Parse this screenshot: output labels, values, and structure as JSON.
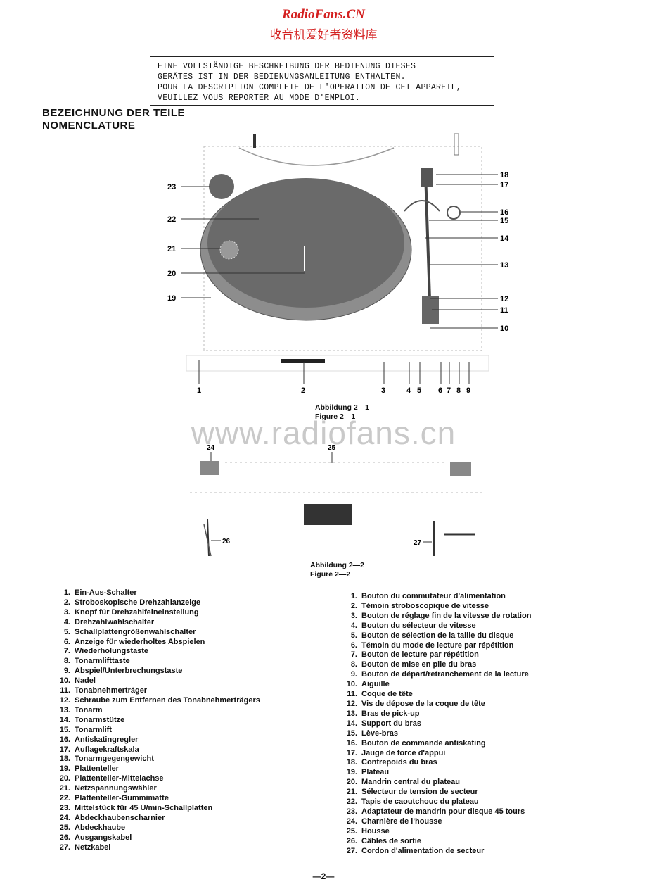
{
  "header": {
    "site": "RadioFans.CN",
    "site_sub": "收音机爱好者资料库"
  },
  "notice": {
    "line1": "EINE VOLLSTÄNDIGE BESCHREIBUNG DER BEDIENUNG DIESES",
    "line2": "GERÄTES IST IN DER BEDIENUNGSANLEITUNG ENTHALTEN.",
    "line3": "POUR LA DESCRIPTION COMPLETE DE L'OPERATION DE CET APPAREIL,",
    "line4": "VEUILLEZ VOUS REPORTER AU MODE D'EMPLOI."
  },
  "section": {
    "title_de": "BEZEICHNUNG DER TEILE",
    "title_fr": "NOMENCLATURE"
  },
  "figure1": {
    "caption_de": "Abbildung 2—1",
    "caption_fr": "Figure 2—1",
    "labels": [
      "1",
      "2",
      "3",
      "4",
      "5",
      "6",
      "7",
      "8",
      "9",
      "10",
      "11",
      "12",
      "13",
      "14",
      "15",
      "16",
      "17",
      "18",
      "19",
      "20",
      "21",
      "22",
      "23"
    ]
  },
  "figure2": {
    "caption_de": "Abbildung 2—2",
    "caption_fr": "Figure 2—2",
    "labels": [
      "24",
      "25",
      "26",
      "27"
    ]
  },
  "watermark": "www.radiofans.cn",
  "parts_de": [
    {
      "n": "1.",
      "t": "Ein-Aus-Schalter"
    },
    {
      "n": "2.",
      "t": "Stroboskopische Drehzahlanzeige"
    },
    {
      "n": "3.",
      "t": "Knopf für Drehzahlfeineinstellung"
    },
    {
      "n": "4.",
      "t": "Drehzahlwahlschalter"
    },
    {
      "n": "5.",
      "t": "Schallplattengrößenwahlschalter"
    },
    {
      "n": "6.",
      "t": "Anzeige für wiederholtes Abspielen"
    },
    {
      "n": "7.",
      "t": "Wiederholungstaste"
    },
    {
      "n": "8.",
      "t": "Tonarmlifttaste"
    },
    {
      "n": "9.",
      "t": "Abspiel/Unterbrechungstaste"
    },
    {
      "n": "10.",
      "t": "Nadel"
    },
    {
      "n": "11.",
      "t": "Tonabnehmerträger"
    },
    {
      "n": "12.",
      "t": "Schraube zum Entfernen des Tonabnehmerträgers"
    },
    {
      "n": "13.",
      "t": "Tonarm"
    },
    {
      "n": "14.",
      "t": "Tonarmstütze"
    },
    {
      "n": "15.",
      "t": "Tonarmlift"
    },
    {
      "n": "16.",
      "t": "Antiskatingregler"
    },
    {
      "n": "17.",
      "t": "Auflagekraftskala"
    },
    {
      "n": "18.",
      "t": "Tonarmgegengewicht"
    },
    {
      "n": "19.",
      "t": "Plattenteller"
    },
    {
      "n": "20.",
      "t": "Plattenteller-Mittelachse"
    },
    {
      "n": "21.",
      "t": "Netzspannungswähler"
    },
    {
      "n": "22.",
      "t": "Plattenteller-Gummimatte"
    },
    {
      "n": "23.",
      "t": "Mittelstück für 45 U/min-Schallplatten"
    },
    {
      "n": "24.",
      "t": "Abdeckhaubenscharnier"
    },
    {
      "n": "25.",
      "t": "Abdeckhaube"
    },
    {
      "n": "26.",
      "t": "Ausgangskabel"
    },
    {
      "n": "27.",
      "t": "Netzkabel"
    }
  ],
  "parts_fr": [
    {
      "n": "1.",
      "t": "Bouton du commutateur d'alimentation"
    },
    {
      "n": "2.",
      "t": "Témoin stroboscopique de vitesse"
    },
    {
      "n": "3.",
      "t": "Bouton de réglage fin de la vitesse de rotation"
    },
    {
      "n": "4.",
      "t": "Bouton du sélecteur de vitesse"
    },
    {
      "n": "5.",
      "t": "Bouton de sélection de la taille du disque"
    },
    {
      "n": "6.",
      "t": "Témoin du mode de lecture par répétition"
    },
    {
      "n": "7.",
      "t": "Bouton de lecture par répétition"
    },
    {
      "n": "8.",
      "t": "Bouton de mise en pile du bras"
    },
    {
      "n": "9.",
      "t": "Bouton de départ/retranchement de la lecture"
    },
    {
      "n": "10.",
      "t": "Aiguille"
    },
    {
      "n": "11.",
      "t": "Coque de tête"
    },
    {
      "n": "12.",
      "t": "Vis de dépose de la coque de tête"
    },
    {
      "n": "13.",
      "t": "Bras de pick-up"
    },
    {
      "n": "14.",
      "t": "Support du bras"
    },
    {
      "n": "15.",
      "t": "Lève-bras"
    },
    {
      "n": "16.",
      "t": "Bouton de commande antiskating"
    },
    {
      "n": "17.",
      "t": "Jauge de force d'appui"
    },
    {
      "n": "18.",
      "t": "Contrepoids du bras"
    },
    {
      "n": "19.",
      "t": "Plateau"
    },
    {
      "n": "20.",
      "t": "Mandrin central du plateau"
    },
    {
      "n": "21.",
      "t": "Sélecteur de tension de secteur"
    },
    {
      "n": "22.",
      "t": "Tapis de caoutchouc du plateau"
    },
    {
      "n": "23.",
      "t": "Adaptateur de mandrin pour disque 45 tours"
    },
    {
      "n": "24.",
      "t": "Charnière de l'housse"
    },
    {
      "n": "25.",
      "t": "Housse"
    },
    {
      "n": "26.",
      "t": "Câbles de sortie"
    },
    {
      "n": "27.",
      "t": "Cordon d'alimentation de secteur"
    }
  ],
  "footer": {
    "page": "—2—"
  }
}
